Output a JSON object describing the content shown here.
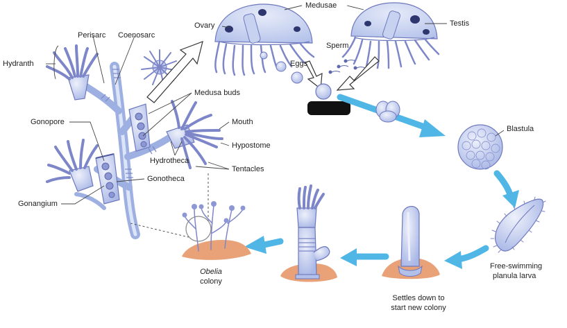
{
  "colors": {
    "body": "#b9c7ec",
    "body_light": "#dbe2f7",
    "outline": "#6d78bd",
    "tentacle": "#7d86c8",
    "arrow": "#4fb6e6",
    "soil": "#e9a277",
    "redaction": "#111111"
  },
  "labels": {
    "hydranth": "Hydranth",
    "perisarc": "Perisarc",
    "coenosarc": "Coenosarc",
    "ovary": "Ovary",
    "medusae": "Medusae",
    "testis": "Testis",
    "sperm": "Sperm",
    "eggs": "Eggs",
    "medusa_buds": "Medusa buds",
    "gonopore": "Gonopore",
    "mouth": "Mouth",
    "hypostome": "Hypostome",
    "hydrotheca": "Hydrotheca",
    "tentacles": "Tentacles",
    "gonotheca": "Gonotheca",
    "gonangium": "Gonangium",
    "blastula": "Blastula",
    "obelia": "Obelia",
    "colony": "colony",
    "settles_1": "Settles down to",
    "settles_2": "start new colony",
    "planula_1": "Free-swimming",
    "planula_2": "planula larva"
  }
}
